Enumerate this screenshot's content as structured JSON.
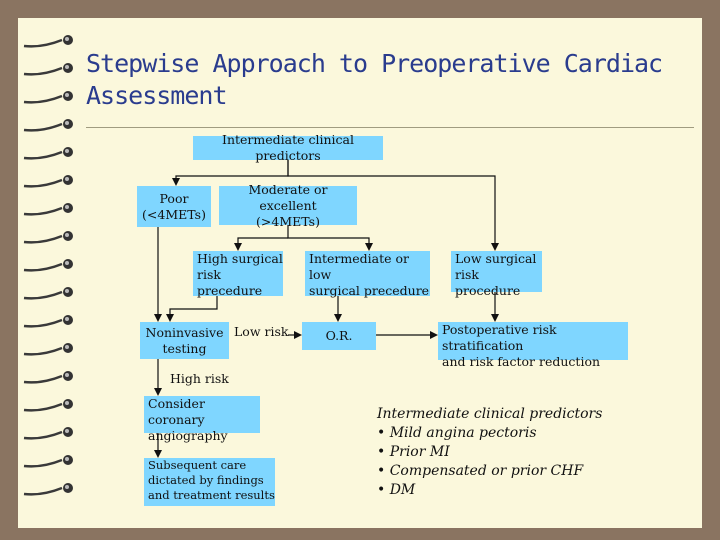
{
  "slide": {
    "title_line1": "Stepwise Approach to Preoperative Cardiac",
    "title_line2": "Assessment"
  },
  "flowchart": {
    "intermediate_predictors": "Intermediate clinical predictors",
    "poor_line1": "Poor",
    "poor_line2": "(<4METs)",
    "moderate_line1": "Moderate or excellent",
    "moderate_line2": "(>4METs)",
    "high_surgical_line1": "High surgical",
    "high_surgical_line2": "risk precedure",
    "intermediate_low_line1": "Intermediate or low",
    "intermediate_low_line2": "surgical precedure",
    "low_surgical_line1": "Low surgical",
    "low_surgical_line2": "risk procedure",
    "noninvasive_line1": "Noninvasive",
    "noninvasive_line2": "testing",
    "low_risk": "Low risk",
    "or": "O.R.",
    "postop_line1": "Postoperative risk stratification",
    "postop_line2": "and risk factor reduction",
    "high_risk": "High risk",
    "coronary_line1": "Consider coronary",
    "coronary_line2": "angiography",
    "subsequent_line1": "Subsequent care",
    "subsequent_line2": "dictated by findings",
    "subsequent_line3": "and treatment results"
  },
  "notes": {
    "heading": "Intermediate clinical  predictors",
    "items": [
      "• Mild angina pectoris",
      "• Prior MI",
      "• Compensated or prior CHF",
      "• DM"
    ]
  },
  "colors": {
    "background": "#8a7461",
    "paper": "#fbf8dc",
    "title": "#2a3c8e",
    "box": "#7fd6ff"
  }
}
